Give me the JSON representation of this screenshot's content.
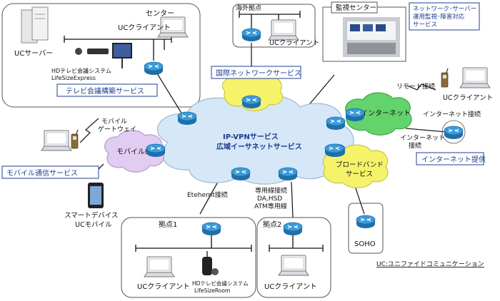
{
  "sites": {
    "center": {
      "title": "センター",
      "uc_server": "UCサーバー",
      "uc_client": "UCクライアント",
      "hd_system_line1": "HDテレビ会議システム",
      "hd_system_line2": "LifeSizeExpress"
    },
    "overseas": {
      "title": "海外拠点",
      "uc_client": "UCクライアント"
    },
    "monitoring": {
      "title": "監視センター"
    },
    "base1": {
      "title": "拠点1",
      "uc_client": "UCクライアント",
      "hd_system_line1": "HDテレビ会議システム",
      "hd_system_line2": "LifeSizeRoom"
    },
    "base2": {
      "title": "拠点2",
      "uc_client": "UCクライアント"
    }
  },
  "service_boxes": {
    "tv_conference": "テレビ会議構築サービス",
    "international": "国際ネットワークサービス",
    "ops_line1": "ネットワーク･サーバー",
    "ops_line2": "運用監視･障害対応",
    "ops_line3": "サービス",
    "mobile_comm": "モバイル通信サービス",
    "internet_provision": "インターネット提供"
  },
  "clouds": {
    "core_line1": "IP-VPNサービス",
    "core_line2": "広域イーサネットサービス",
    "mobile": "モバイル網",
    "internet": "インターネット",
    "broadband_line1": "ブロードバンド",
    "broadband_line2": "サービス"
  },
  "labels": {
    "mobile_gateway_line1": "モバイル",
    "mobile_gateway_line2": "ゲートウェイ",
    "remote_connection": "リモート接続",
    "remote_uc_client": "UCクライアント",
    "internet_connection": "インターネット接続",
    "internet_connection2_line1": "インターネット",
    "internet_connection2_line2": "接続",
    "smart_line1": "スマートデバイス",
    "smart_line2": "UCモバイル",
    "ethernet": "Etehernt接続",
    "dedicated_line1": "専用線接続",
    "dedicated_line2": "DA,HSD",
    "dedicated_line3": "ATM専用線",
    "soho": "SOHO",
    "legend": "UC:ユニファイドコミュニケーション"
  },
  "colors": {
    "core_cloud": "#d6e7f7",
    "mobile_cloud": "#e2cdf2",
    "international_cloud": "#f6f36a",
    "internet_cloud": "#63d36b",
    "broadband_cloud": "#f6f36a",
    "router": "#3a9bd8",
    "service_border": "#1f3f8f"
  }
}
